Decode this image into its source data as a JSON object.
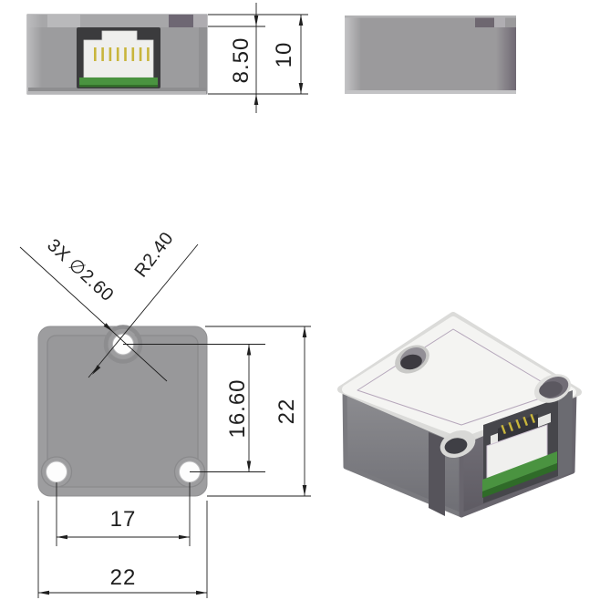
{
  "views": {
    "front": {
      "dim_connector_height": "8.50",
      "dim_total_height": "10"
    },
    "bottom": {
      "note_holes": "3X ∅2.60",
      "note_radius": "R2.40",
      "dim_hole_offset": "16.60",
      "dim_height": "22",
      "dim_hole_spacing": "17",
      "dim_width": "22"
    }
  },
  "colors": {
    "line": "#1f1f1f",
    "body_gray": "#9c9c9e",
    "top_white": "#f4f4f2",
    "recess_dark": "#3b3b3d",
    "pcb_green": "#4a9340",
    "pin_gold": "#c8b53c",
    "hole_dark": "#46464c"
  }
}
